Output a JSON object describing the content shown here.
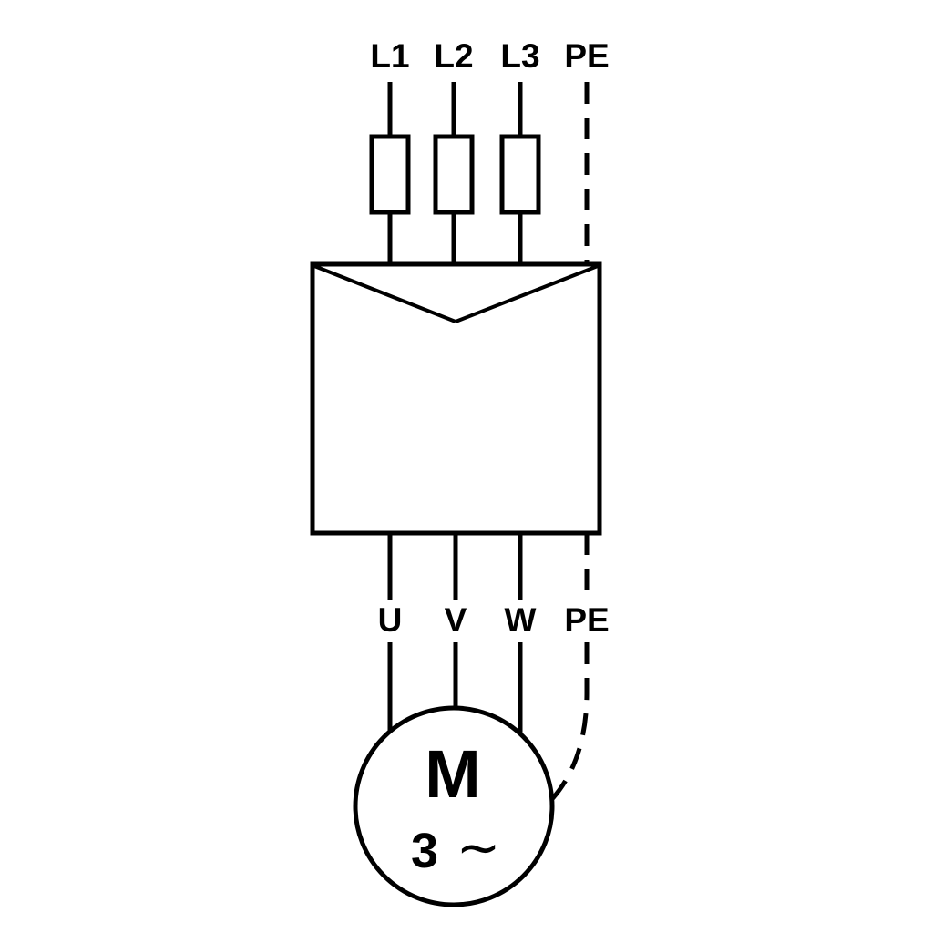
{
  "colors": {
    "line": "#000000",
    "background": "#ffffff"
  },
  "top_terminals": [
    "L1",
    "L2",
    "L3",
    "PE"
  ],
  "bottom_terminals": [
    "U",
    "V",
    "W",
    "PE"
  ],
  "motor": {
    "symbol": "M",
    "phase_number": "3",
    "ac_symbol": "∼"
  }
}
